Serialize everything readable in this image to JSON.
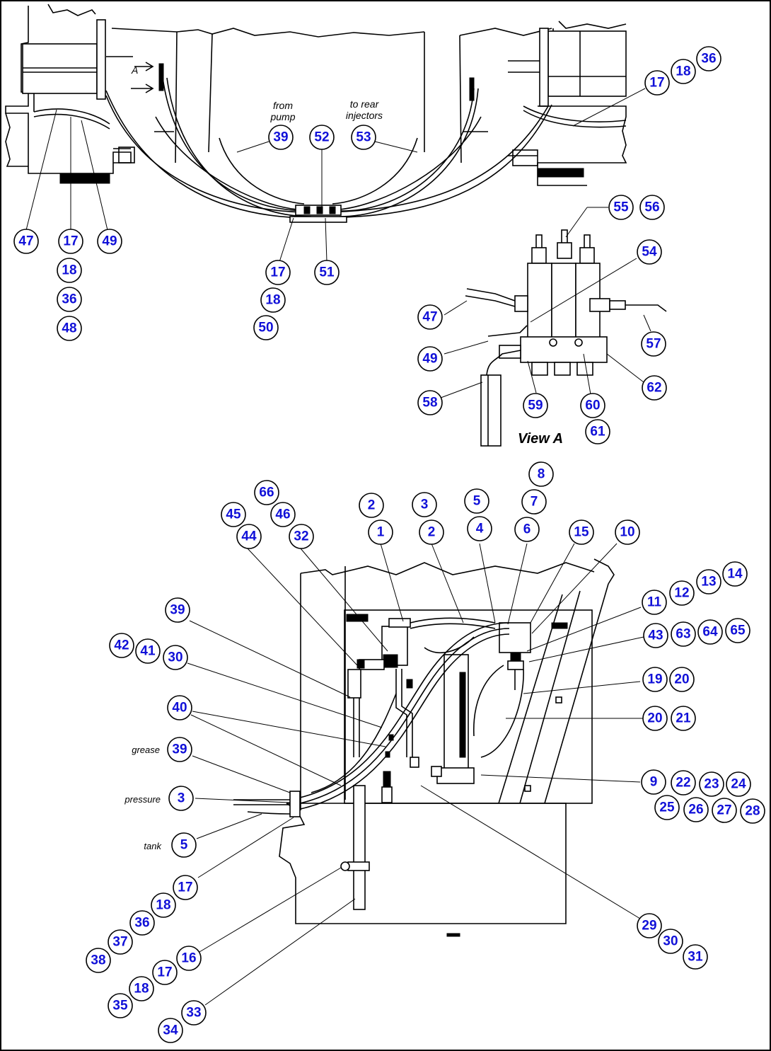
{
  "labels": {
    "from_pump": [
      "from",
      "pump"
    ],
    "to_rear": [
      "to rear",
      "injectors"
    ],
    "view_a": "View A",
    "grease": "grease",
    "pressure": "pressure",
    "tank": "tank",
    "arrow_a": "A"
  },
  "callout_color": "#1010d8",
  "callouts": [
    "47",
    "17",
    "49",
    "18",
    "36",
    "48",
    "39",
    "52",
    "53",
    "17",
    "51",
    "18",
    "50",
    "17",
    "18",
    "36",
    "55",
    "56",
    "54",
    "47",
    "57",
    "49",
    "62",
    "58",
    "59",
    "60",
    "61",
    "66",
    "45",
    "46",
    "44",
    "32",
    "2",
    "1",
    "3",
    "2",
    "5",
    "4",
    "8",
    "7",
    "6",
    "15",
    "10",
    "14",
    "13",
    "12",
    "11",
    "43",
    "63",
    "64",
    "65",
    "19",
    "20",
    "20",
    "21",
    "39",
    "42",
    "41",
    "30",
    "40",
    "39",
    "3",
    "5",
    "9",
    "22",
    "23",
    "24",
    "25",
    "26",
    "27",
    "28",
    "17",
    "18",
    "36",
    "37",
    "38",
    "16",
    "17",
    "18",
    "35",
    "33",
    "34",
    "29",
    "30",
    "31"
  ]
}
